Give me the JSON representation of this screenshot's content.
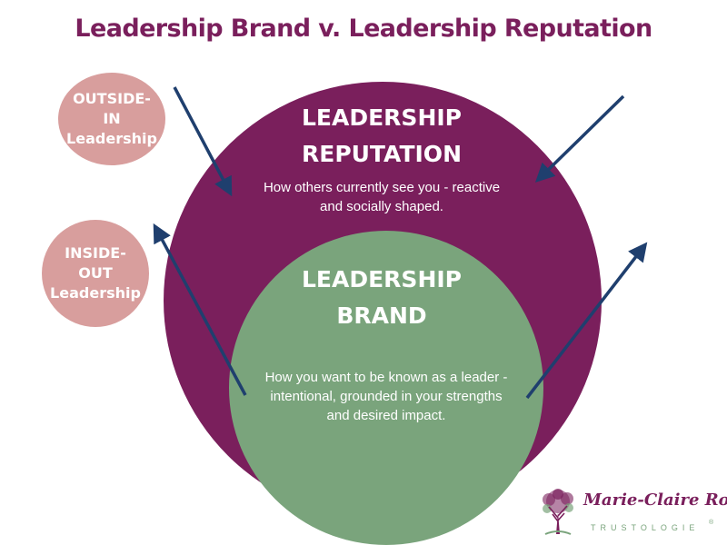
{
  "title": "Leadership Brand v. Leadership Reputation",
  "reputation": {
    "heading": [
      "LEADERSHIP",
      "REPUTATION"
    ],
    "description": [
      "How others currently see you - reactive",
      "and socially shaped."
    ]
  },
  "brand": {
    "heading": [
      "LEADERSHIP",
      "BRAND"
    ],
    "description": [
      "How you want to be known as a leader -",
      "intentional, grounded in your strengths",
      "and desired impact."
    ]
  },
  "badges": {
    "outside_in": [
      "OUTSIDE-",
      "IN",
      "Leadership"
    ],
    "inside_out": [
      "INSIDE-",
      "OUT",
      "Leadership"
    ]
  },
  "logo": {
    "name": "Marie-Claire Ross",
    "company": "TRUSTOLOGIE",
    "registered": "®"
  },
  "colors": {
    "title": "#7a1f5c",
    "reputation_circle": "#7a1f5c",
    "brand_circle": "#7aa47c",
    "badge": "#d89e9d",
    "arrow": "#1f3f6e"
  }
}
